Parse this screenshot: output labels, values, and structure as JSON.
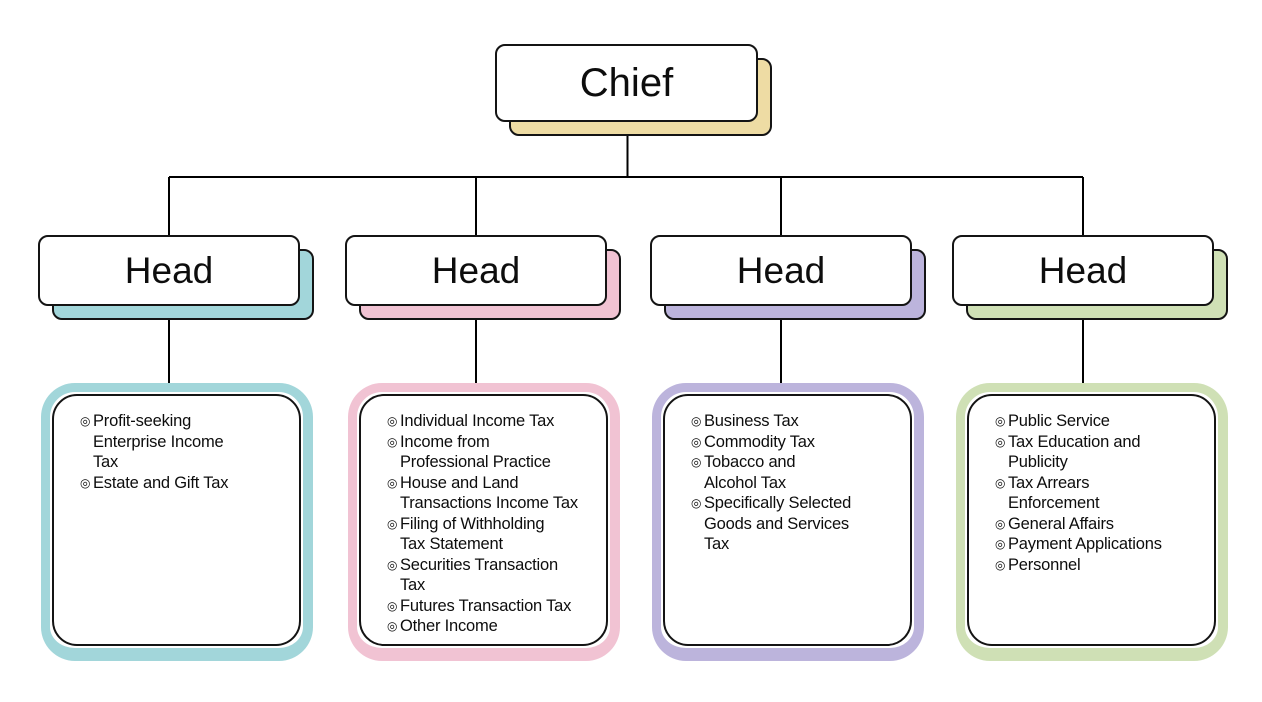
{
  "org_chart": {
    "background_color": "#ffffff",
    "line_color": "#000000",
    "box_border_color": "#141414",
    "text_color": "#0d0d0d",
    "bullet_glyph": "◎",
    "root": {
      "label": "Chief",
      "accent_color": "#eedca4"
    },
    "branches": [
      {
        "label": "Head",
        "accent_color": "#a2d6da",
        "items": [
          "Profit-seeking\nEnterprise Income\nTax",
          "Estate and Gift Tax"
        ]
      },
      {
        "label": "Head",
        "accent_color": "#f1c3d3",
        "items": [
          "Individual Income Tax",
          "Income from\nProfessional Practice",
          "House and Land\nTransactions Income Tax",
          "Filing of Withholding\nTax Statement",
          "Securities Transaction\nTax",
          "Futures Transaction Tax",
          "Other Income"
        ]
      },
      {
        "label": "Head",
        "accent_color": "#bcb4dc",
        "items": [
          "Business Tax",
          "Commodity Tax",
          "Tobacco and\nAlcohol Tax",
          "Specifically Selected\nGoods and Services\nTax"
        ]
      },
      {
        "label": "Head",
        "accent_color": "#cfe0b5",
        "items": [
          "Public Service",
          "Tax Education and\nPublicity",
          "Tax Arrears\nEnforcement",
          "General Affairs",
          "Payment Applications",
          "Personnel"
        ]
      }
    ]
  }
}
